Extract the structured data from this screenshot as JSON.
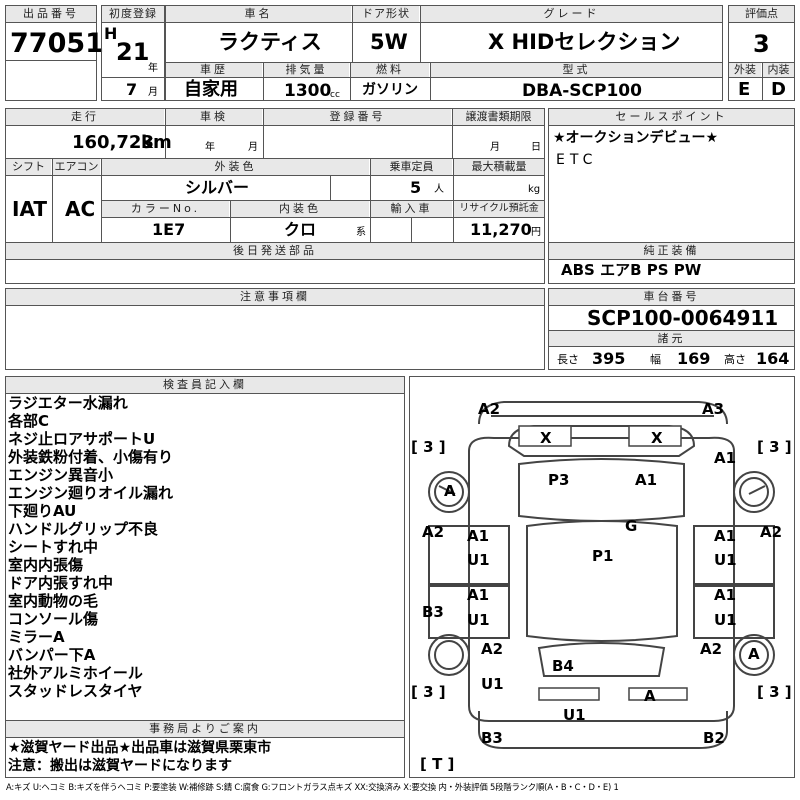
{
  "headers": {
    "lot_no": "出品番号",
    "first_reg": "初度登録",
    "car_name": "車名",
    "door": "ドア形状",
    "grade": "グレード",
    "score": "評価点",
    "history": "車歴",
    "displacement": "排気量",
    "fuel": "燃料",
    "model_code": "型式",
    "exterior": "外装",
    "interior": "内装",
    "mileage": "走行",
    "inspection": "車検",
    "reg_no": "登録番号",
    "transfer_deadline": "譲渡書類期限",
    "sales_point": "セールスポイント",
    "shift": "シフト",
    "aircon": "エアコン",
    "ext_color": "外装色",
    "capacity": "乗車定員",
    "max_load": "最大積載量",
    "color_no": "カラーNo.",
    "int_color": "内装色",
    "import": "輸入車",
    "recycle": "リサイクル預託金",
    "later_parts": "後日発送部品",
    "equipment": "純正装備",
    "caution": "注意事項欄",
    "chassis_no": "車台番号",
    "specs": "諸元",
    "inspector": "検査員記入欄",
    "office": "事務局よりご案内"
  },
  "vehicle": {
    "lot_no": "77051",
    "era": "H",
    "year": "21",
    "year_unit": "年",
    "month": "7",
    "month_unit": "月",
    "name": "ラクティス",
    "door": "5W",
    "grade": "X HIDセレクション",
    "score": "3",
    "history": "自家用",
    "displacement": "1300",
    "displacement_unit": "cc",
    "fuel": "ガソリン",
    "model_code": "DBA-SCP100",
    "exterior": "E",
    "interior": "D",
    "mileage": "160,723",
    "mileage_unit": "km",
    "inspection_year_unit": "年",
    "inspection_month_unit": "月",
    "transfer_month_unit": "月",
    "transfer_day_unit": "日",
    "shift": "IAT",
    "aircon": "AC",
    "ext_color": "シルバー",
    "capacity": "5",
    "capacity_unit": "人",
    "max_load_unit": "kg",
    "color_no": "1E7",
    "int_color": "クロ",
    "int_color_suffix": "系",
    "recycle": "11,270",
    "recycle_unit": "円"
  },
  "sales_points": [
    "★オークションデビュー★",
    "ETC"
  ],
  "equipment": "ABS エアB PS PW",
  "chassis_no": "SCP100-0064911",
  "specs": {
    "length_label": "長さ",
    "length": "395",
    "width_label": "幅",
    "width": "169",
    "height_label": "高さ",
    "height": "164"
  },
  "inspector_notes": [
    "ラジエター水漏れ",
    "各部C",
    "ネジ止ロアサポートU",
    "外装鉄粉付着、小傷有り",
    "エンジン異音小",
    "エンジン廻りオイル漏れ",
    "下廻りAU",
    "ハンドルグリップ不良",
    "シートすれ中",
    "室内内張傷",
    "ドア内張すれ中",
    "室内動物の毛",
    "コンソール傷",
    "ミラーA",
    "バンパー下A",
    "社外アルミホイール",
    "スタッドレスタイヤ"
  ],
  "office_notes": [
    "★滋賀ヤード出品★出品車は滋賀県栗東市",
    "注意：搬出は滋賀ヤードになります"
  ],
  "damage_marks": {
    "front_left_corner": "A2",
    "front_right_corner": "A3",
    "windshield_left": "X",
    "windshield_right": "X",
    "bracket_fl": "[ 3 ]",
    "bracket_fr": "[ 3 ]",
    "fender_fr": "A1",
    "wheel_fl": "A",
    "hood_left": "P3",
    "hood_right": "A1",
    "roof_front": "G",
    "door_fl_outer": "A2",
    "door_fl_1": "A1",
    "door_fl_2": "U1",
    "roof": "P1",
    "door_fr_1": "A1",
    "door_fr_2": "U1",
    "door_fr_outer": "A2",
    "sill_left": "B3",
    "door_rl_1": "A1",
    "door_rl_2": "U1",
    "door_rr_1": "A1",
    "door_rr_2": "U1",
    "quarter_rl": "A2",
    "quarter_rr": "A2",
    "tailgate": "B4",
    "wheel_rr": "A",
    "rear_left_lower": "U1",
    "bracket_rl": "[ 3 ]",
    "bracket_rr": "[ 3 ]",
    "rear_bumper_mark": "A",
    "rear_bumper": "U1",
    "rear_left_corner": "B3",
    "rear_right_corner": "B2",
    "trunk_bracket": "[ T ]"
  },
  "legend": "A:キズ U:ヘコミ B:キズを伴うヘコミ P:要塗装 W:補修跡 S:錆 C:腐食 G:フロントガラス点キズ XX:交換済み X:要交換 内・外装評価 5段階ランク順(A・B・C・D・E) 1"
}
